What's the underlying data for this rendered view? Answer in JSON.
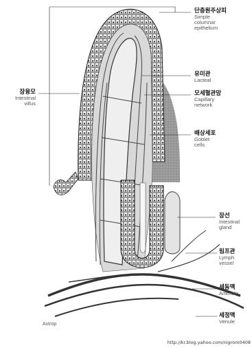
{
  "labels": {
    "simple_columnar_epithelium": {
      "ko": "단층원주상피",
      "en_lines": [
        "Simple",
        "columnar",
        "epithelium"
      ]
    },
    "lacteal": {
      "ko": "유미관",
      "en_lines": [
        "Lacteal"
      ]
    },
    "capillary_network": {
      "ko": "모세혈관망",
      "en_lines": [
        "Capillary",
        "network"
      ]
    },
    "goblet_cells": {
      "ko": "배상세포",
      "en_lines": [
        "Goblet",
        "cells"
      ]
    },
    "intestinal_villus": {
      "ko": "장융모",
      "en_lines": [
        "Intestinal",
        "villus"
      ]
    },
    "intestinal_gland": {
      "ko": "장선",
      "en_lines": [
        "Intestinal",
        "gland"
      ]
    },
    "lymph_vessel": {
      "ko": "림프관",
      "en_lines": [
        "Lymph",
        "vessel"
      ]
    },
    "arteriole": {
      "ko": "세동맥",
      "en_lines": [
        "Arteriole"
      ]
    },
    "venule": {
      "ko": "세정맥",
      "en_lines": [
        "Venule"
      ]
    }
  },
  "credit": "Axtrop",
  "source_url": "http://kr.blog.yahoo.com/nigrom0408"
}
